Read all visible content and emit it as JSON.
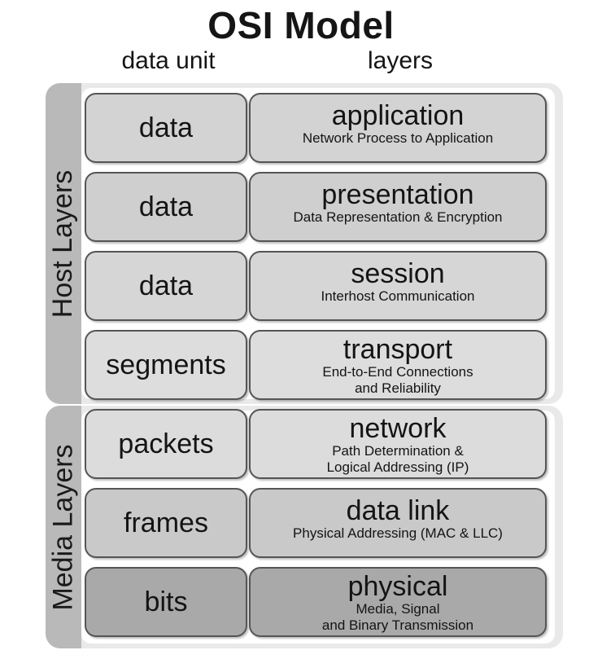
{
  "title": "OSI Model",
  "headers": {
    "data_unit": "data unit",
    "layers": "layers"
  },
  "groups": {
    "host": "Host Layers",
    "media": "Media Layers"
  },
  "rows": [
    {
      "unit": "data",
      "layer": "application",
      "desc": "Network Process to Application"
    },
    {
      "unit": "data",
      "layer": "presentation",
      "desc": "Data Representation & Encryption"
    },
    {
      "unit": "data",
      "layer": "session",
      "desc": "Interhost Communication"
    },
    {
      "unit": "segments",
      "layer": "transport",
      "desc": "End-to-End Connections\nand Reliability"
    },
    {
      "unit": "packets",
      "layer": "network",
      "desc": "Path Determination &\nLogical Addressing (IP)"
    },
    {
      "unit": "frames",
      "layer": "data link",
      "desc": "Physical Addressing (MAC & LLC)"
    },
    {
      "unit": "bits",
      "layer": "physical",
      "desc": "Media, Signal\nand Binary Transmission"
    }
  ]
}
